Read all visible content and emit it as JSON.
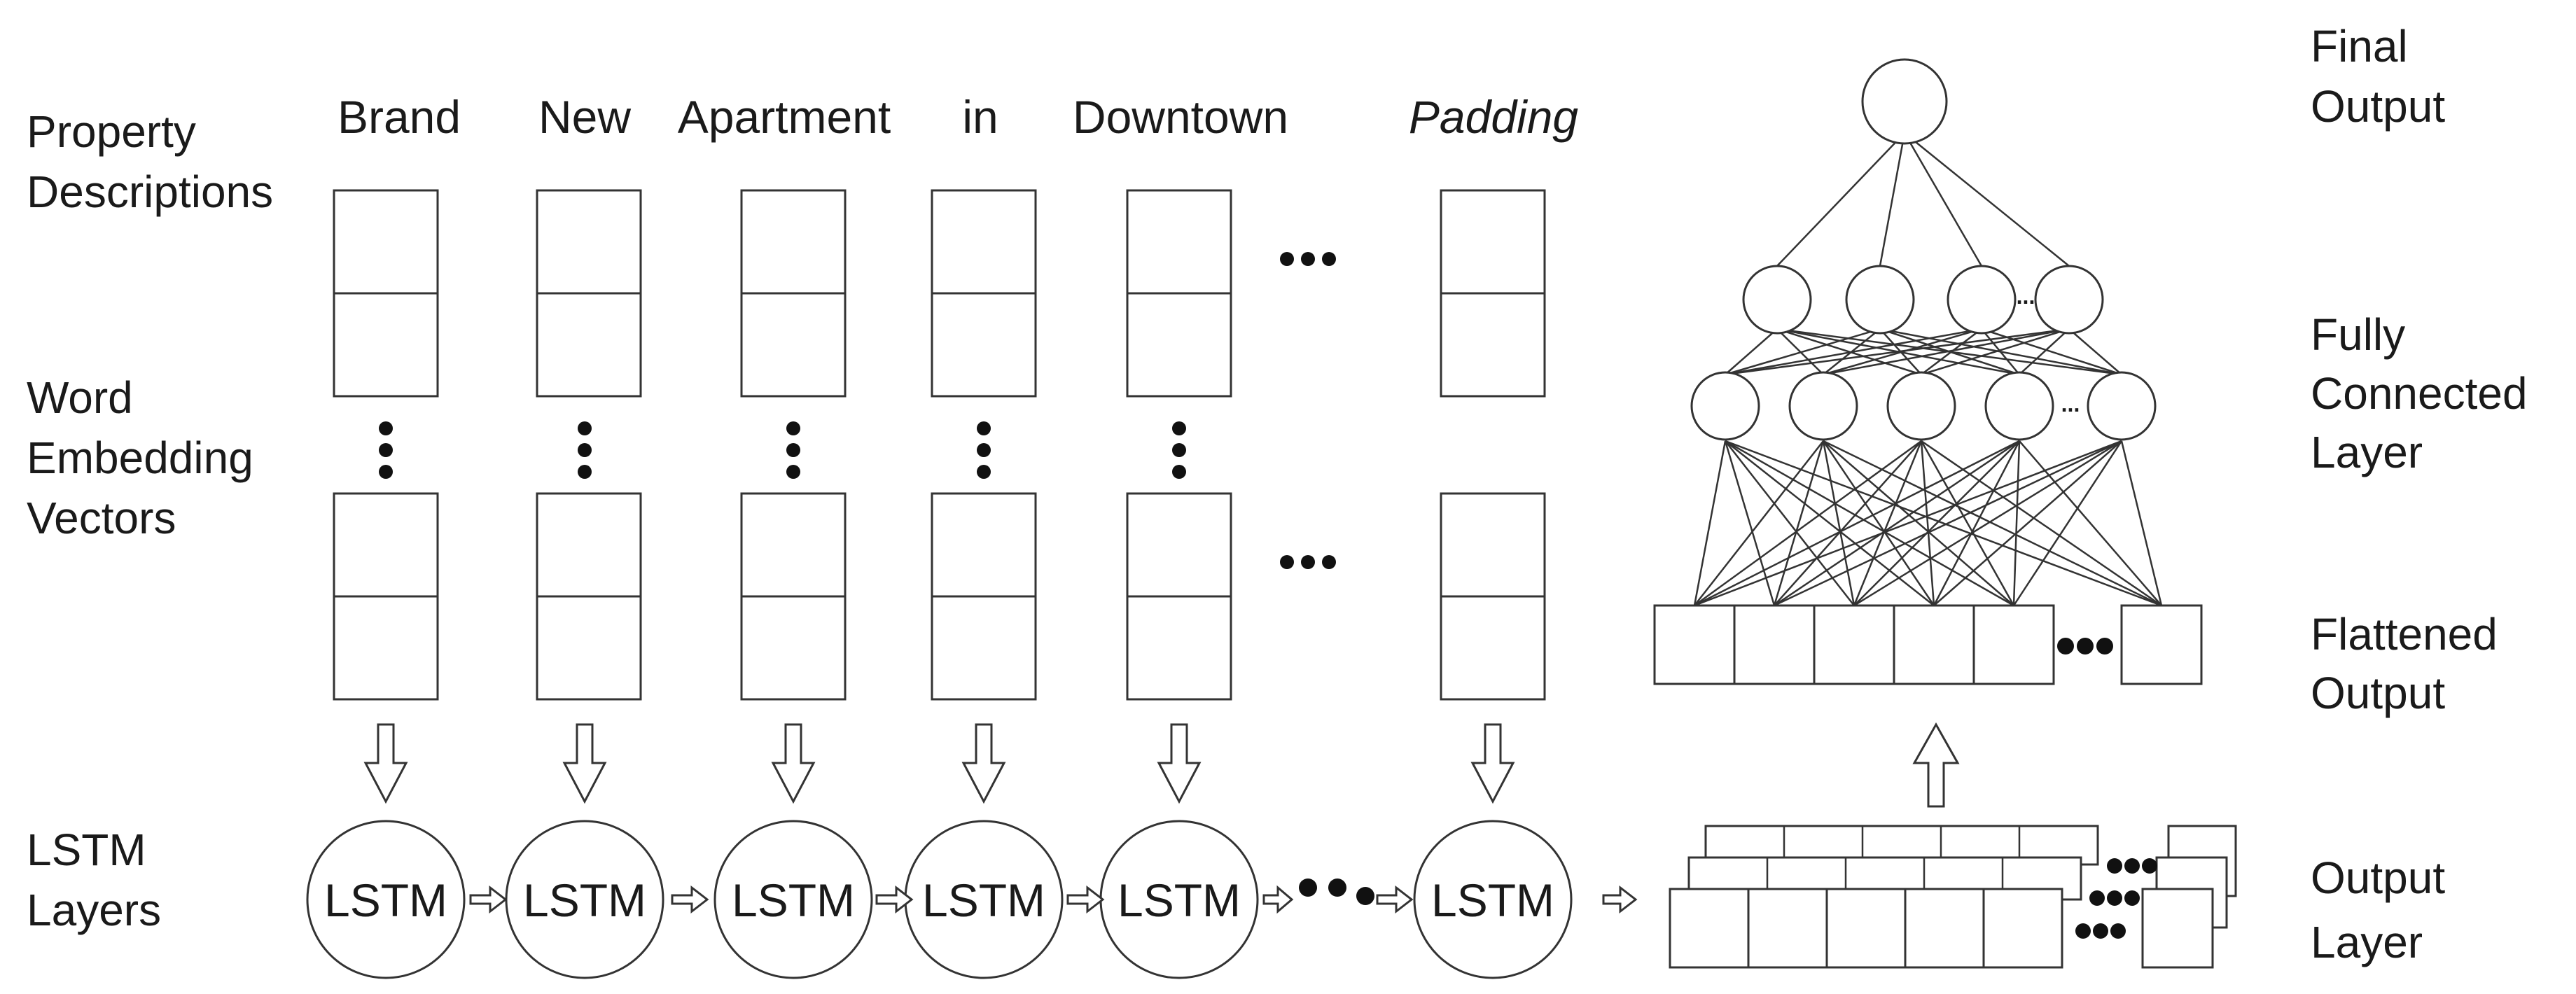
{
  "labels": {
    "property_descriptions": [
      "Property",
      "Descriptions"
    ],
    "word_embedding_vectors": [
      "Word",
      "Embedding",
      "Vectors"
    ],
    "lstm_layers": [
      "LSTM",
      "Layers"
    ],
    "final_output": [
      "Final",
      "Output"
    ],
    "fully_connected_layer": [
      "Fully",
      "Connected",
      "Layer"
    ],
    "flattened_output": [
      "Flattened",
      "Output"
    ],
    "output_layer": [
      "Output",
      "Layer"
    ]
  },
  "words": [
    "Brand",
    "New",
    "Apartment",
    "in",
    "Downtown",
    "Padding"
  ],
  "lstm_label": "LSTM",
  "fully_connected": {
    "top_row_ellipsis": "...",
    "bottom_row_ellipsis": "..."
  }
}
